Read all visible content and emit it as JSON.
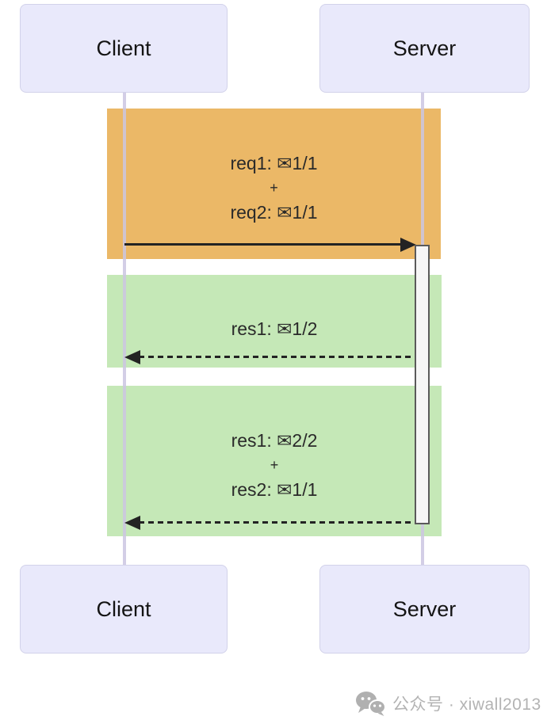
{
  "diagram": {
    "actors": {
      "client": "Client",
      "server": "Server"
    },
    "request_block": {
      "lines": [
        "req1: ✉1/1",
        "+",
        "req2: ✉1/1"
      ],
      "arrow_style": "solid",
      "arrow_direction": "client-to-server"
    },
    "response_block_1": {
      "lines": [
        "res1: ✉1/2"
      ],
      "arrow_style": "dashed",
      "arrow_direction": "server-to-client"
    },
    "response_block_2": {
      "lines": [
        "res1: ✉2/2",
        "+",
        "res2: ✉1/1"
      ],
      "arrow_style": "dashed",
      "arrow_direction": "server-to-client"
    },
    "colors": {
      "request_fill": "#ebb867",
      "response_fill": "#c5e8b7",
      "actor_fill": "#e9e9fb",
      "actor_border": "#d2d2ea",
      "lifeline": "#cbc6e2",
      "arrow": "#232323",
      "activation_fill": "#f6f6f6",
      "activation_border": "#5a5a5a"
    }
  },
  "watermark": {
    "text": "公众号 · xiwall2013",
    "color": "#b3b3b3",
    "icon": "wechat-icon"
  }
}
